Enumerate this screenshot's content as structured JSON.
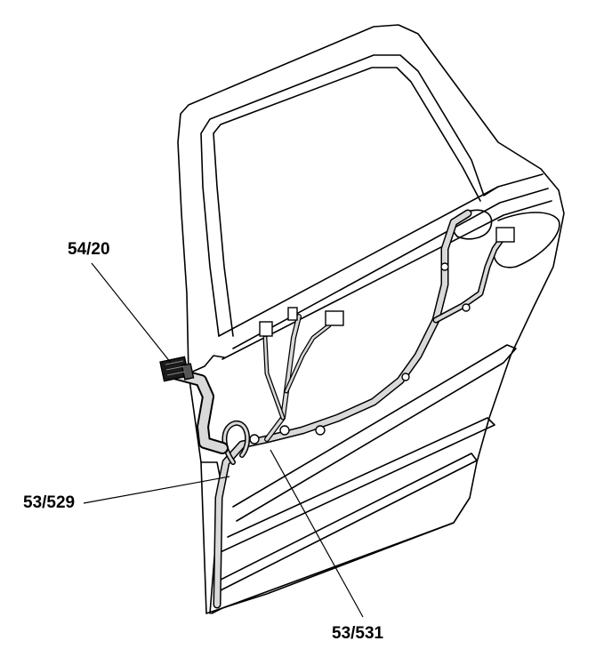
{
  "callouts": {
    "c1": "54/20",
    "c2": "53/529",
    "c3": "53/531"
  },
  "colors": {
    "ink": "#000000",
    "paper": "#ffffff",
    "harness_fill": "#d9d9d9"
  }
}
